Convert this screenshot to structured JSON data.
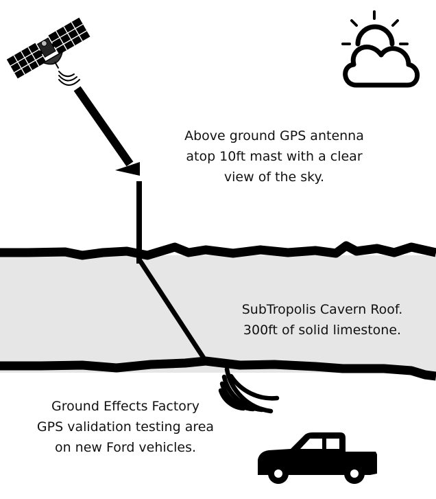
{
  "icons": {
    "satellite": "satellite-icon",
    "weather": "sun-behind-cloud-icon",
    "signal": "signal-waves-icon",
    "vehicle": "pickup-truck-icon"
  },
  "colors": {
    "ink": "#000000",
    "rock": "#e6e6e6",
    "sky": "#ffffff"
  },
  "labels": {
    "antenna": [
      "Above ground GPS antenna",
      "atop 10ft mast with a clear",
      "view of the sky."
    ],
    "roof": [
      "SubTropolis Cavern Roof.",
      "300ft of solid limestone."
    ],
    "factory": [
      "Ground Effects Factory",
      "GPS validation testing area",
      "on new Ford vehicles."
    ]
  }
}
